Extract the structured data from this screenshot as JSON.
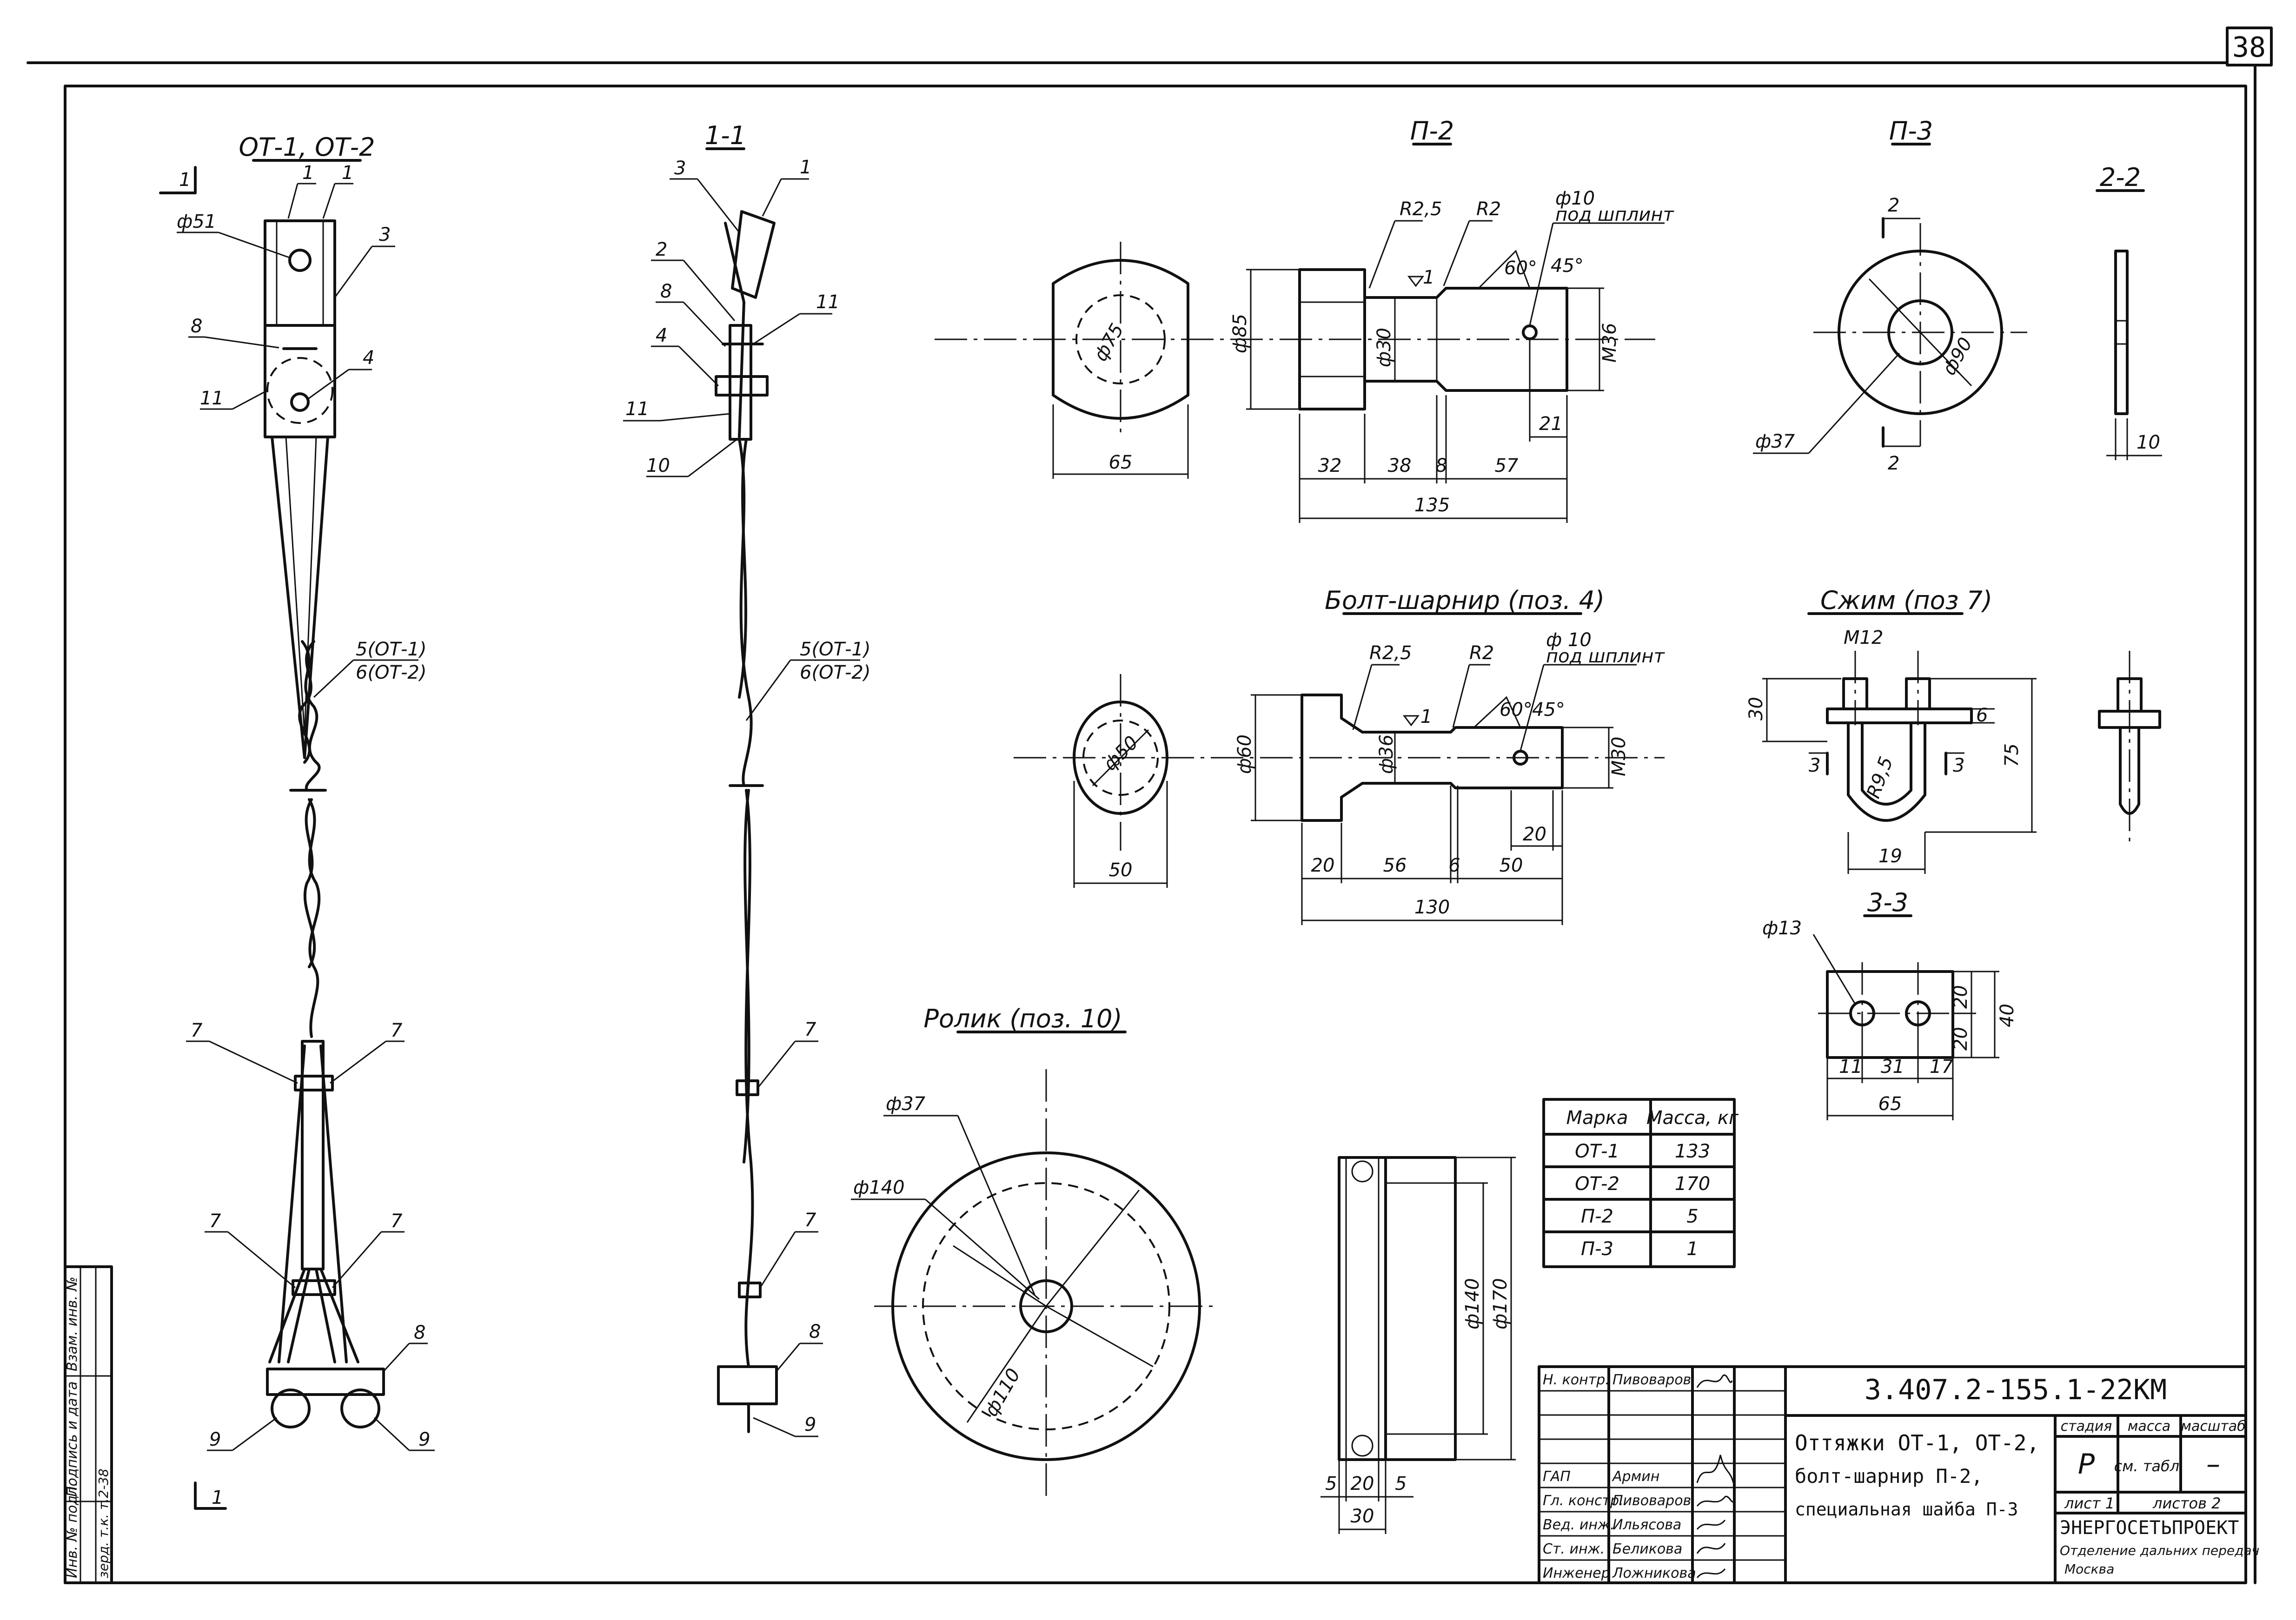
{
  "sheet": {
    "page_number": "38",
    "document_code": "3.407.2-155.1-22КМ",
    "title_lines": [
      "Оттяжки ОТ-1, ОТ-2,",
      "болт-шарнир П-2,",
      "специальная шайба П-3"
    ],
    "stage_header": "стадия",
    "mass_header": "масса",
    "scale_header": "масштаб",
    "stage_value": "Р",
    "mass_value": "см. табл.",
    "scale_value": "–",
    "sheet_label": "лист 1",
    "sheets_label": "листов 2",
    "org_name": "ЭНЕРГОСЕТЬПРОЕКТ",
    "org_dept": "Отделение дальних передач",
    "org_city": "Москва"
  },
  "signatures": [
    {
      "role": "Н. контр.",
      "name": "Пивоваров"
    },
    {
      "role": "",
      "name": ""
    },
    {
      "role": "",
      "name": ""
    },
    {
      "role": "",
      "name": ""
    },
    {
      "role": "ГАП",
      "name": "Армин"
    },
    {
      "role": "Гл. констр.",
      "name": "Пивоваров"
    },
    {
      "role": "Вед. инж.",
      "name": "Ильясова"
    },
    {
      "role": "Ст. инж.",
      "name": "Беликова"
    },
    {
      "role": "Инженер",
      "name": "Ложникова"
    }
  ],
  "side_stamp": [
    "Инв. № подл.",
    "Подпись и дата",
    "Взам. инв. №",
    "зерд. т.к. т.2-38"
  ],
  "mass_table": {
    "headers": [
      "Марка",
      "Масса, кг"
    ],
    "rows": [
      [
        "ОТ-1",
        "133"
      ],
      [
        "ОТ-2",
        "170"
      ],
      [
        "П-2",
        "5"
      ],
      [
        "П-3",
        "1"
      ]
    ]
  },
  "views": {
    "ot": "ОТ-1, ОТ-2",
    "section_1": "1-1",
    "p2": "П-2",
    "p3": "П-3",
    "section_2": "2-2",
    "bolt": "Болт-шарнир (поз. 4)",
    "clamp": "Сжим (поз 7)",
    "section_3": "3-3",
    "roller": "Ролик (поз. 10)"
  },
  "labels": {
    "cut1_top": "1",
    "cut1_bottom": "1",
    "phi51": "ф51",
    "pos1": "1",
    "pos3": "3",
    "pos8": "8",
    "pos11": "11",
    "pos4": "4",
    "pos5_6_a": "5(ОТ-1)",
    "pos5_6_b": "6(ОТ-2)",
    "pos7": "7",
    "pos9": "9",
    "pos2": "2",
    "pos10": "10",
    "p2_phi75": "ф75",
    "p2_phi85": "ф85",
    "p2_phi30": "ф30",
    "p2_r25": "R2,5",
    "p2_r2": "R2",
    "p2_phi10": "ф10",
    "p2_under": "под шплинт",
    "p2_60": "60°",
    "p2_45": "45°",
    "p2_m36": "M36",
    "p2_65": "65",
    "p2_32": "32",
    "p2_38": "38",
    "p2_8": "8",
    "p2_57": "57",
    "p2_21": "21",
    "p2_135": "135",
    "p3_phi90": "ф90",
    "p3_phi37": "ф37",
    "p3_2": "2",
    "s22_10": "10",
    "b_r25": "R2,5",
    "b_r2": "R2",
    "b_phi10": "ф 10",
    "b_under": "под шплинт",
    "b_60": "60°",
    "b_45": "45°",
    "b_phi60": "ф60",
    "b_phi50": "ф50",
    "b_phi36": "ф36",
    "b_m30": "M30",
    "b_50": "50",
    "b_20": "20",
    "b_56": "56",
    "b_6": "6",
    "b_50b": "50",
    "b_20b": "20",
    "b_130": "130",
    "c_m12": "M12",
    "c_30": "30",
    "c_6": "6",
    "c_75": "75",
    "c_r": "R9,5",
    "c_19": "19",
    "c_3": "3",
    "s33_phi13": "ф13",
    "s33_20a": "20",
    "s33_20b": "20",
    "s33_40": "40",
    "s33_11": "11",
    "s33_31": "31",
    "s33_17": "17",
    "s33_65": "65",
    "r_phi37": "ф37",
    "r_phi140": "ф140",
    "r_phi110": "ф110",
    "r_phi140b": "ф140",
    "r_phi170": "ф170",
    "r_5a": "5",
    "r_20": "20",
    "r_5b": "5",
    "r_30": "30"
  }
}
